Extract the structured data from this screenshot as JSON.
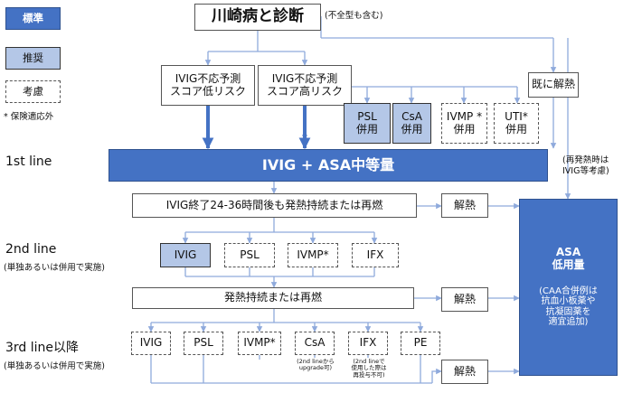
{
  "legend": {
    "standard": "標準",
    "recommended": "推奨",
    "consider": "考慮",
    "insurance_note": "* 保険適応外"
  },
  "title": {
    "main": "川崎病と診断",
    "note": "(不全型も含む)"
  },
  "risk": {
    "low": [
      "IVIG不応予測",
      "スコア低リスク"
    ],
    "high": [
      "IVIG不応予測",
      "スコア高リスク"
    ]
  },
  "already_resolved": "既に解熱",
  "combos": [
    {
      "drug": "PSL",
      "use": "併用"
    },
    {
      "drug": "CsA",
      "use": "併用"
    },
    {
      "drug": "IVMP *",
      "use": "併用"
    },
    {
      "drug": "UTI*",
      "use": "併用"
    }
  ],
  "refever_note": [
    "(再発熱時は",
    "IVIG等考慮)"
  ],
  "levels": {
    "first": "1st line",
    "second": "2nd line",
    "third": "3rd line以降",
    "sub": "(単独あるいは併用で実施)"
  },
  "first_line": "IVIG + ASA中等量",
  "persist_1": "IVIG終了24-36時間後も発熱持続または再燃",
  "persist_2": "発熱持続または再燃",
  "resolved": "解熱",
  "second_opts": [
    "IVIG",
    "PSL",
    "IVMP*",
    "IFX"
  ],
  "third_opts": [
    "IVIG",
    "PSL",
    "IVMP*",
    "CsA",
    "IFX",
    "PE"
  ],
  "third_notes": {
    "csa": [
      "(2nd lineから",
      "upgrade可)"
    ],
    "ifx": [
      "(2nd lineで",
      "使用した際は",
      "再投与不可)"
    ]
  },
  "asa_low": {
    "title": [
      "ASA",
      "低用量"
    ],
    "note": [
      "(CAA合併例は",
      "抗血小板薬や",
      "抗凝固薬を",
      "適宜追加)"
    ]
  },
  "colors": {
    "standard": "#4472c4",
    "recommended": "#b4c7e7",
    "line": "#8faadc"
  }
}
